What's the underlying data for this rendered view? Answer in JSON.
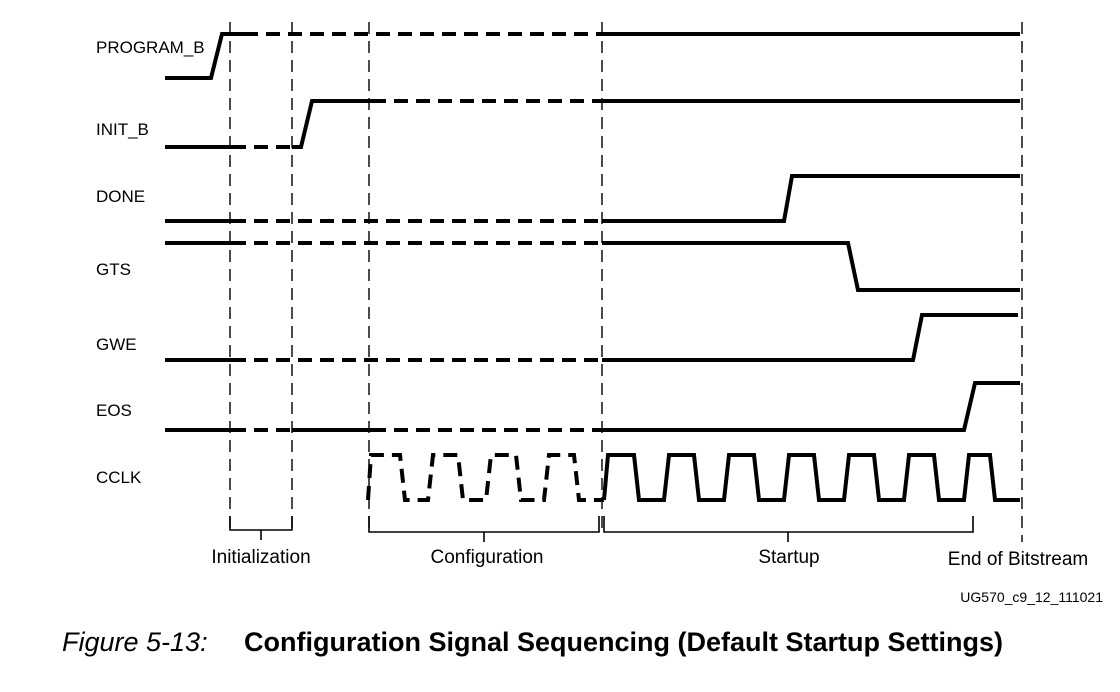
{
  "signals": [
    {
      "name": "PROGRAM_B"
    },
    {
      "name": "INIT_B"
    },
    {
      "name": "DONE"
    },
    {
      "name": "GTS"
    },
    {
      "name": "GWE"
    },
    {
      "name": "EOS"
    },
    {
      "name": "CCLK"
    }
  ],
  "phases": [
    {
      "label": "Initialization"
    },
    {
      "label": "Configuration"
    },
    {
      "label": "Startup"
    },
    {
      "label": "End of Bitstream"
    }
  ],
  "doc_id": "UG570_c9_12_111021",
  "caption": {
    "prefix": "Figure 5-13:",
    "title": "Configuration Signal Sequencing (Default Startup Settings)"
  }
}
